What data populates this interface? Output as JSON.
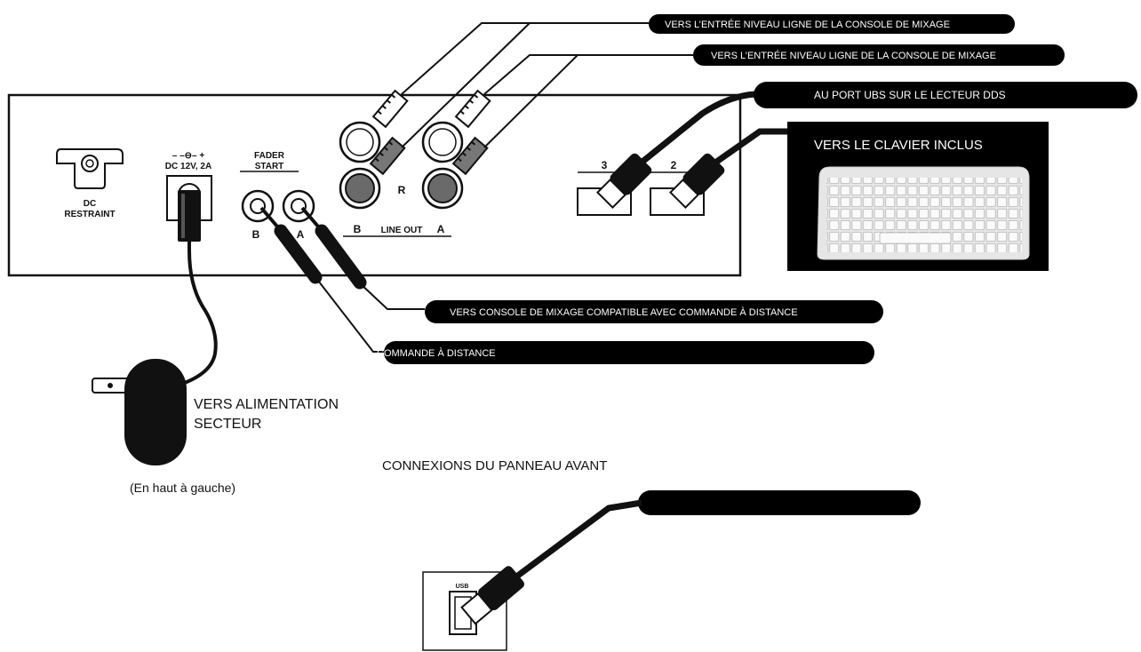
{
  "labels": {
    "mixer_line_in_1": "VERS L’ENTRÉE NIVEAU LIGNE DE LA CONSOLE DE MIXAGE",
    "mixer_line_in_2": "VERS L’ENTRÉE NIVEAU LIGNE DE LA CONSOLE DE MIXAGE",
    "usb_port_dds": "AU PORT UBS SUR LE LECTEUR DDS",
    "keyboard_included": "VERS LE CLAVIER INCLUS",
    "mixer_remote": "VERS CONSOLE DE MIXAGE COMPATIBLE AVEC COMMANDE À DISTANCE",
    "remote": "COMMANDE À DISTANCE",
    "ac_power_line1": "VERS ALIMENTATION",
    "ac_power_line2": "SECTEUR",
    "top_left_note": "(En haut à gauche)",
    "front_panel_connections": "CONNEXIONS DU PANNEAU AVANT"
  },
  "panel": {
    "dc_restraint_line1": "DC",
    "dc_restraint_line2": "RESTRAINT",
    "dc_polarity": "– –⊖– +",
    "dc_rating": "DC 12V, 2A",
    "fader_line1": "FADER",
    "fader_line2": "START",
    "fader_b": "B",
    "fader_a": "A",
    "r_label": "R",
    "line_out_b": "B",
    "line_out": "LINE OUT",
    "line_out_a": "A",
    "usb_3": "3",
    "usb_2": "2",
    "front_usb": "USB"
  },
  "colors": {
    "ink": "#111111",
    "label_fill": "#000000",
    "label_text": "#ffffff",
    "jack_dark": "#6a6a6a",
    "keyboard": "#e6e6e6"
  }
}
